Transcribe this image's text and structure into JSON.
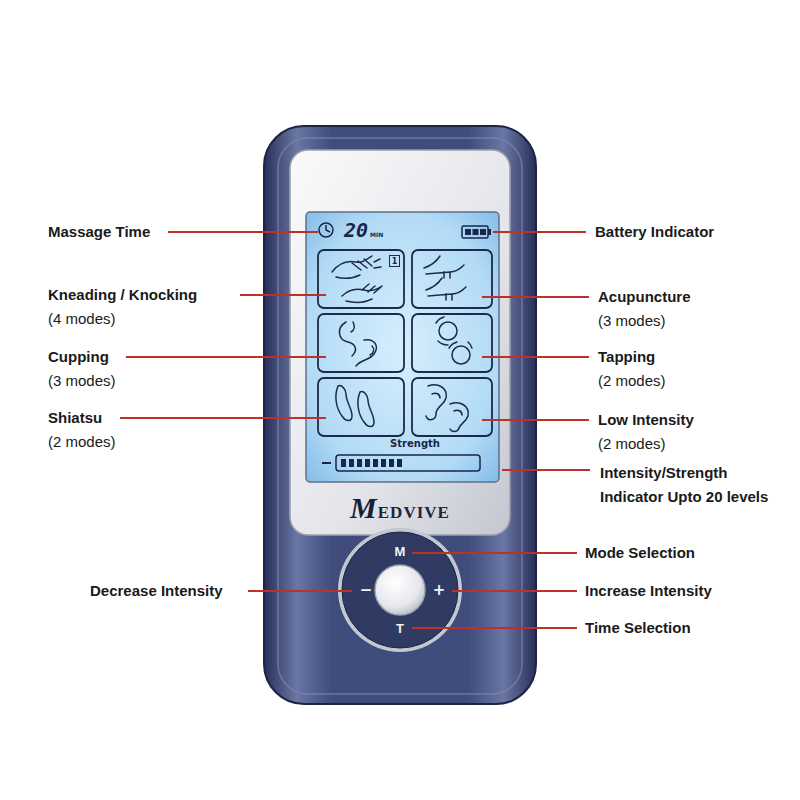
{
  "diagram": {
    "nodes": [
      {
        "text": [
          "MEDVIVE"
        ]
      },
      {
        "text": [
          "20",
          "MIN",
          "Strength"
        ],
        "in": 0
      },
      {
        "text": [
          "1"
        ],
        "in": 1
      },
      {
        "text": [
          "M",
          "−",
          "+",
          "T"
        ],
        "in": 0
      }
    ],
    "labels": [
      "Massage Time",
      "Kneading / Knocking",
      "(4 modes)",
      "Cupping",
      "(3 modes)",
      "Shiatsu",
      "(2 modes)",
      "Decrease Intensity",
      "Battery Indicator",
      "Acupuncture",
      "(3 modes)",
      "Tapping",
      "(2 modes)",
      "Low Intensity",
      "(2 modes)",
      "Intensity/Strength Indicator Upto 20 levels",
      "Mode Selection",
      "Increase Intensity",
      "Time Selection"
    ]
  }
}
